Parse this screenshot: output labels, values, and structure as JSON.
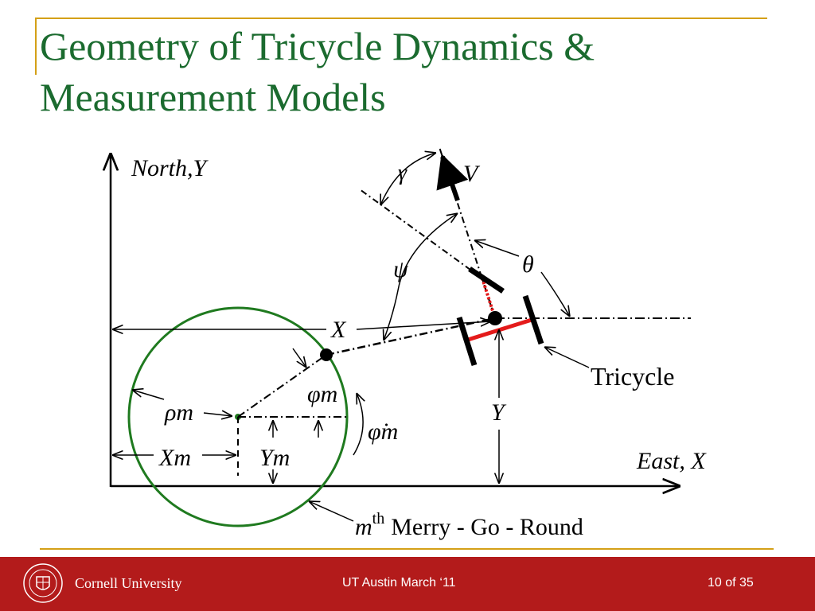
{
  "slide": {
    "title_line1": "Geometry of Tricycle Dynamics &",
    "title_line2": "Measurement Models"
  },
  "diagram": {
    "north_axis_label": "North,Y",
    "east_axis_label": "East, X",
    "gamma": "γ",
    "v": "V",
    "psi": "ψ",
    "theta": "θ",
    "x_label": "X",
    "y_label": "Y",
    "tricycle_label": "Tricycle",
    "phi_m": "φm",
    "phi_dot_m": "φ̇m",
    "rho_m": "ρm",
    "x_m": "Xm",
    "y_m": "Υm",
    "merry_go_round_prefix": "m",
    "merry_go_round_sup": "th",
    "merry_go_round_text": "Merry - Go - Round"
  },
  "footer": {
    "university": "Cornell University",
    "center_text": "UT Austin March ‘11",
    "page": "10 of 35"
  },
  "colors": {
    "title_green": "#1b6b2f",
    "accent_gold": "#d4a017",
    "footer_red": "#b31b1b",
    "circle_green": "#1f7a1f",
    "axle_red": "#e41b1b"
  }
}
